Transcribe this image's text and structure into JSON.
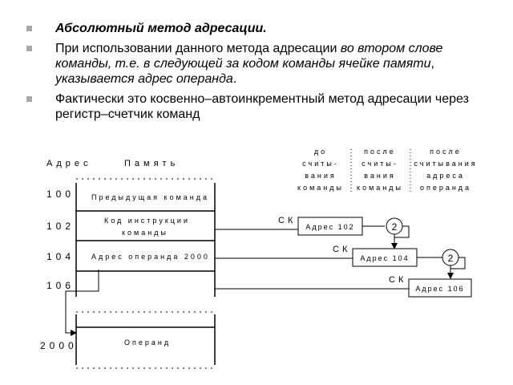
{
  "slide": {
    "bullets": [
      {
        "text": "Абсолютный метод адресации."
      },
      {
        "prefix": "При использовании данного метода адресации ",
        "italic": "во втором слове команды, т.е. в следующей за кодом команды ячейке памяти",
        "middle": ", ",
        "italic2": "указывается адрес операнда",
        "suffix": "."
      },
      {
        "text": "Фактически это косвенно–автоинкрементный метод адресации через регистр–счетчик команд"
      }
    ]
  },
  "diagram": {
    "col_address": "Адрес",
    "col_memory": "Память",
    "addresses": [
      "100",
      "102",
      "104",
      "106",
      "2000"
    ],
    "cells": {
      "prev": "Предыдущая команда",
      "code_line1": "Код инструкции",
      "code_line2": "команды",
      "operand_addr": "Адрес операнда 2000",
      "operand": "Операнд"
    },
    "stage_headers": [
      {
        "lines": [
          "до",
          "считы-",
          "вания",
          "команды"
        ]
      },
      {
        "lines": [
          "после",
          "считы-",
          "вания",
          "команды"
        ]
      },
      {
        "lines": [
          "после",
          "считывания",
          "адреса",
          "операнда"
        ]
      }
    ],
    "registers": [
      {
        "label": "СК",
        "value": "Адрес 102",
        "inc": "2"
      },
      {
        "label": "СК",
        "value": "Адрес 104",
        "inc": "2"
      },
      {
        "label": "СК",
        "value": "Адрес 106"
      }
    ]
  }
}
